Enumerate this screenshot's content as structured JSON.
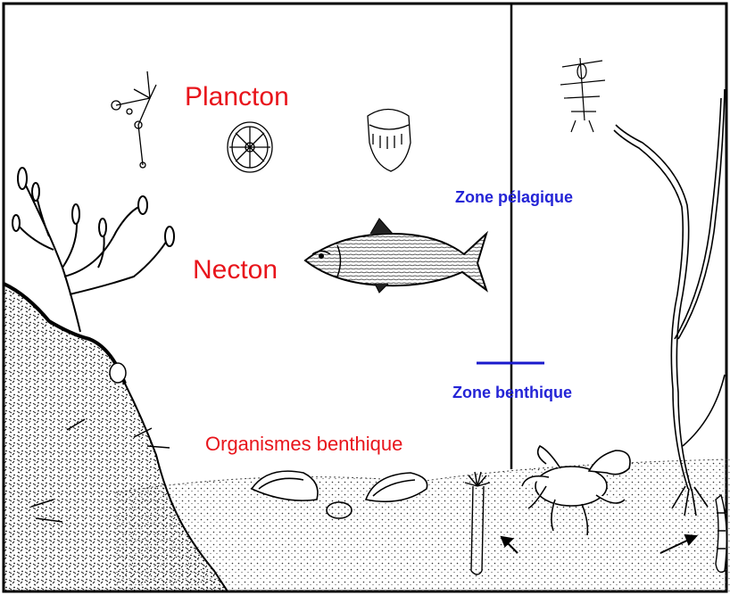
{
  "labels": {
    "plancton": "Plancton",
    "necton": "Necton",
    "organismes": "Organismes benthique",
    "zone_pelagique": "Zone pélagique",
    "zone_benthique": "Zone benthique"
  },
  "colors": {
    "organism_labels": "#e8141b",
    "zone_labels": "#2424d6",
    "zone_divider": "#1a1acc",
    "outline": "#000000"
  },
  "icons": [
    "seaweed-icon",
    "diatom-icon",
    "jellyfish-icon",
    "copepod-icon",
    "larva-icon",
    "fish-icon",
    "kelp-icon",
    "mussel-icon",
    "crab-icon",
    "worm-icon",
    "shrimp-icon",
    "arrow-icon"
  ]
}
